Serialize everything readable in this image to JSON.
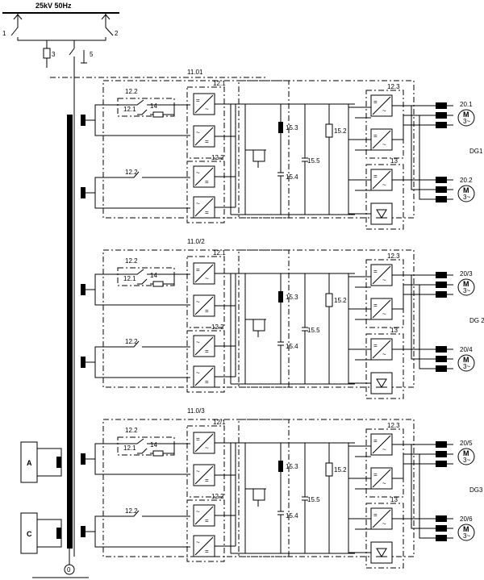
{
  "supply": {
    "label": "25kV 50Hz"
  },
  "switches": {
    "s1": "1",
    "s2": "2",
    "s3": "3",
    "s5": "5"
  },
  "groups": [
    {
      "frame": "11.01",
      "rect_in": "12.1",
      "rect_aux": "12.2",
      "chopper_sw": "12.2",
      "chopper_sw2": "12.1",
      "res": "14",
      "cap_a": "15.3",
      "cap_b": "15.4",
      "cap_c": "15.5",
      "res2": "15.2",
      "inv_a": "12.3",
      "inv_b": "13",
      "motor_a": "20.1",
      "motor_b": "20.2",
      "dg": "DG1"
    },
    {
      "frame": "11.0/2",
      "rect_in": "12.1",
      "rect_aux": "12.2",
      "chopper_sw": "12.2",
      "chopper_sw2": "12.1",
      "res": "14",
      "cap_a": "15.3",
      "cap_b": "15.4",
      "cap_c": "15.5",
      "res2": "15.2",
      "inv_a": "12.3",
      "inv_b": "13",
      "motor_a": "20/3",
      "motor_b": "20/4",
      "dg": "DG 2"
    },
    {
      "frame": "11.0/3",
      "rect_in": "12/1",
      "rect_aux": "12.2",
      "chopper_sw": "12.2",
      "chopper_sw2": "12.1",
      "res": "14",
      "cap_a": "15.3",
      "cap_b": "15.4",
      "cap_c": "15.5",
      "res2": "15.2",
      "inv_a": "12.3",
      "inv_b": "13",
      "motor_a": "20/5",
      "motor_b": "20/6",
      "dg": "DG3"
    }
  ],
  "aux_boxes": {
    "a": "A",
    "c": "C"
  },
  "motor_symbol": {
    "m": "M",
    "phase": "3~"
  },
  "ground": "0"
}
